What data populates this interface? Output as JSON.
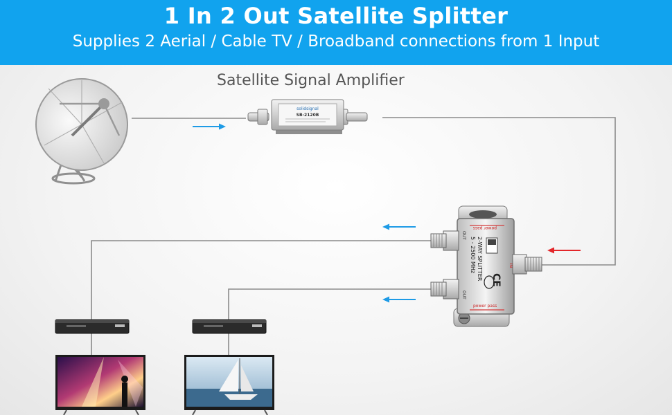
{
  "banner": {
    "title": "1 In 2 Out Satellite Splitter",
    "subtitle": "Supplies 2 Aerial / Cable TV / Broadband connections from 1 Input"
  },
  "amplifier": {
    "label": "Satellite Signal Amplifier",
    "brand": "solidsignal",
    "model": "SB-2120B"
  },
  "splitter": {
    "name": "2-WAY SPLITTER",
    "freq": "5 - 2500 MHz",
    "in_label": "IN",
    "out_label": "OUT",
    "power_label": "power pass",
    "ce_mark": "CE"
  },
  "colors": {
    "banner": "#11a3ee",
    "arrow_out": "#1e9be6",
    "arrow_in": "#e3262a",
    "cable": "#8a8a8a"
  },
  "icons": [
    "satellite-dish-icon",
    "amplifier-icon",
    "splitter-icon",
    "receiver-box-icon",
    "tv-icon"
  ]
}
